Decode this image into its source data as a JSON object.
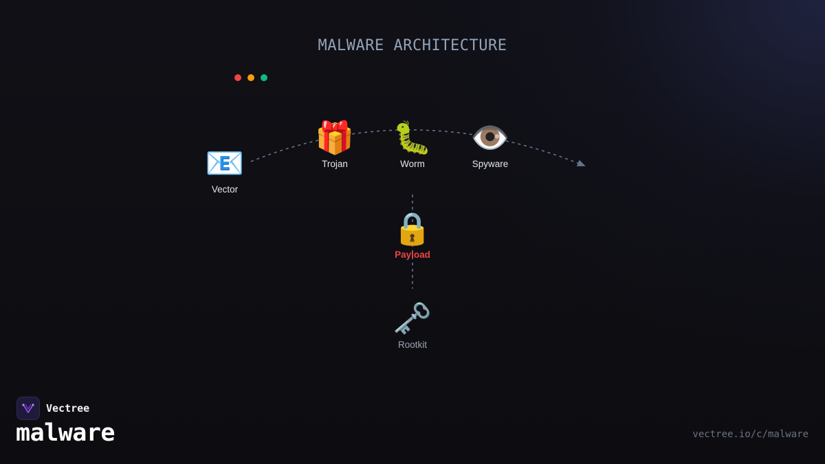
{
  "diagram": {
    "title": "MALWARE ARCHITECTURE",
    "window_dots": [
      {
        "name": "red",
        "color": "#ef4444"
      },
      {
        "name": "amber",
        "color": "#f59e0b"
      },
      {
        "name": "green",
        "color": "#10b981"
      }
    ],
    "nodes": {
      "vector": {
        "icon": "email-icon",
        "glyph": "📧",
        "label": "Vector"
      },
      "trojan": {
        "icon": "gift-icon",
        "glyph": "🎁",
        "label": "Trojan"
      },
      "worm": {
        "icon": "worm-icon",
        "glyph": "🐛",
        "label": "Worm"
      },
      "spyware": {
        "icon": "eye-icon",
        "glyph": "👁️",
        "label": "Spyware"
      },
      "payload": {
        "icon": "lock-icon",
        "glyph": "🔒",
        "label": "Payload"
      },
      "rootkit": {
        "icon": "key-icon",
        "glyph": "🗝️",
        "label": "Rootkit"
      }
    },
    "edge_color": "#64748b",
    "payload_color": "#ef4444"
  },
  "branding": {
    "logo_icon": "vectree-logo-icon",
    "name": "Vectree",
    "topic": "malware",
    "url": "vectree.io/c/malware",
    "accent": "#a855f7"
  }
}
